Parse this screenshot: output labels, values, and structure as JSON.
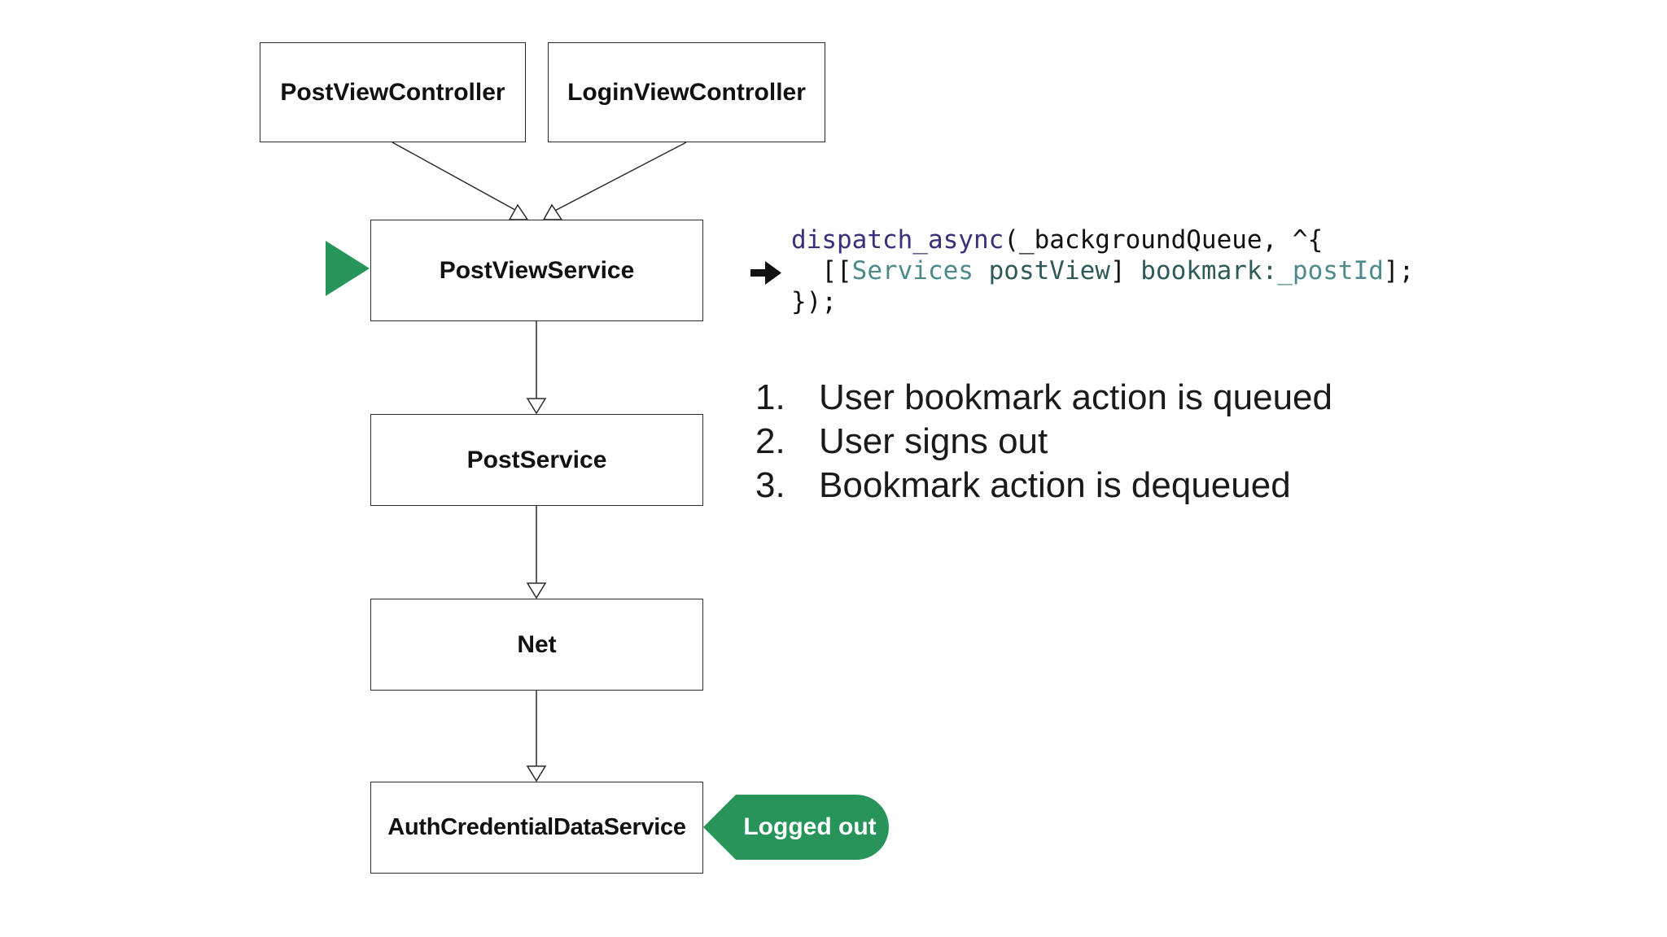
{
  "nodes": {
    "post_view_controller": "PostViewController",
    "login_view_controller": "LoginViewController",
    "post_view_service": "PostViewService",
    "post_service": "PostService",
    "net": "Net",
    "auth_credential_data_service": "AuthCredentialDataService"
  },
  "code": {
    "line1_fn": "dispatch_async",
    "line1_rest": "(_backgroundQueue, ^{",
    "line2_open": "  [[",
    "line2_class": "Services",
    "line2_space1": " ",
    "line2_method": "postView",
    "line2_mid": "] ",
    "line2_selector": "bookmark:",
    "line2_var": "_postId",
    "line2_close": "];",
    "line3": "});"
  },
  "steps": [
    {
      "number": "1.",
      "text": "User bookmark action is queued"
    },
    {
      "number": "2.",
      "text": "User signs out"
    },
    {
      "number": "3.",
      "text": "Bookmark action is dequeued"
    }
  ],
  "badge": {
    "label": "Logged out",
    "color": "#27955a"
  },
  "pointer_color": "#27955a",
  "icons": {
    "current_step_pointer": "triangle-right-icon",
    "code_arrow": "arrow-right-icon"
  }
}
